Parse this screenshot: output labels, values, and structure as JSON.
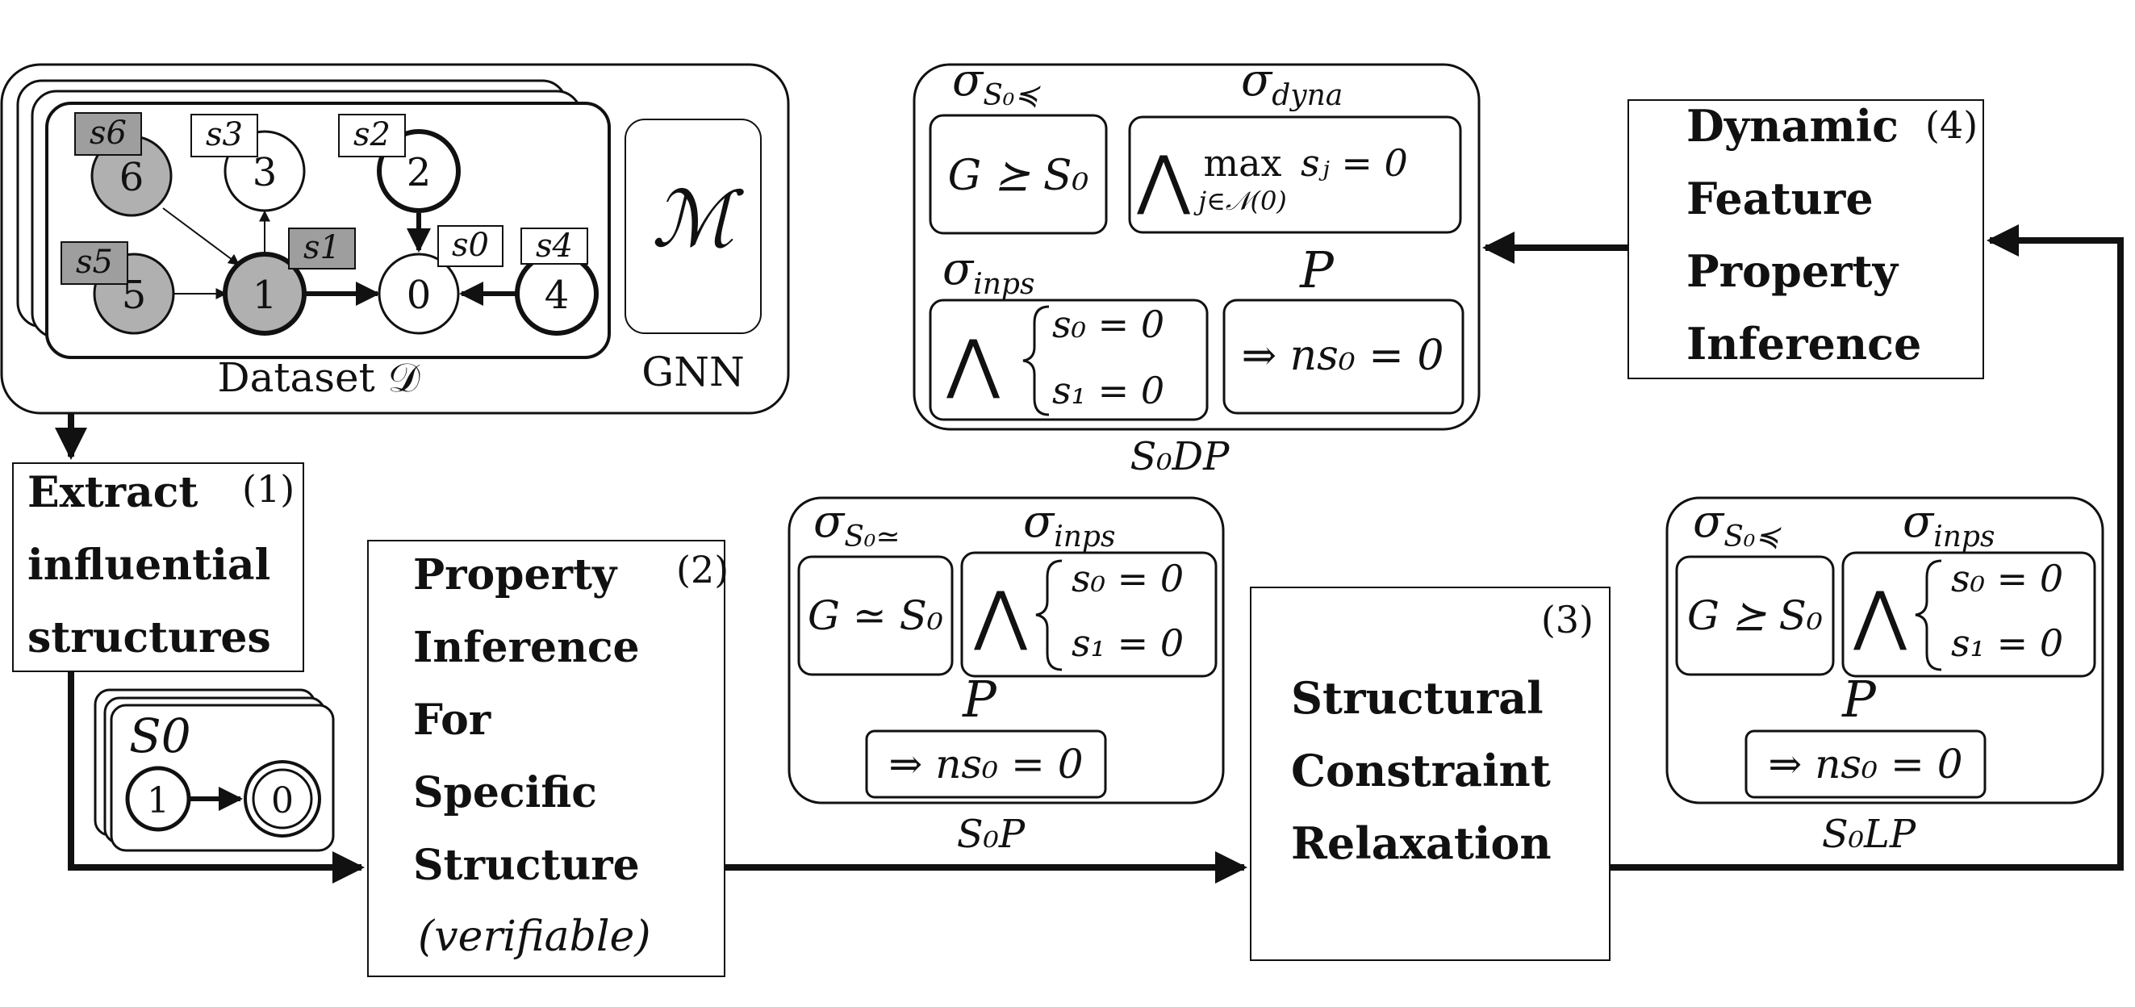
{
  "dataset": {
    "label": "Dataset 𝒟",
    "model_symbol": "ℳ",
    "model_label": "GNN",
    "nodes": [
      {
        "id": "6",
        "feature": "s6",
        "shaded": true
      },
      {
        "id": "3",
        "feature": "s3",
        "shaded": false
      },
      {
        "id": "2",
        "feature": "s2",
        "shaded": false
      },
      {
        "id": "1",
        "feature": "s1",
        "shaded": true
      },
      {
        "id": "0",
        "feature": "s0",
        "shaded": false
      },
      {
        "id": "5",
        "feature": "s5",
        "shaded": true
      },
      {
        "id": "4",
        "feature": "s4",
        "shaded": false
      }
    ]
  },
  "steps": {
    "extract": {
      "lines": [
        "Extract",
        "influential",
        "structures"
      ],
      "number": "(1)"
    },
    "property_inference": {
      "lines": [
        "Property",
        "Inference",
        "For",
        "Specific",
        "Structure"
      ],
      "note": "(verifiable)",
      "number": "(2)"
    },
    "relaxation": {
      "lines": [
        "Structural",
        "Constraint",
        "Relaxation"
      ],
      "number": "(3)"
    },
    "dynamic": {
      "lines": [
        "Dynamic",
        "Feature",
        "Property",
        "Inference"
      ],
      "number": "(4)"
    }
  },
  "structure_s0": {
    "title": "S0",
    "node_a": "1",
    "node_b": "0"
  },
  "panel_p": {
    "sigma_struct": "σ",
    "sigma_struct_sub": "S₀≃",
    "sigma_inps": "σ",
    "sigma_inps_sub": "inps",
    "g_relation": "G ≃ S₀",
    "and_symbol": "⋀",
    "cond1": "s₀ = 0",
    "cond2": "s₁ = 0",
    "p_label": "P",
    "result": "⇒ ns₀ = 0",
    "caption": "S₀P"
  },
  "panel_lp": {
    "sigma_struct": "σ",
    "sigma_struct_sub": "S₀≼",
    "sigma_inps": "σ",
    "sigma_inps_sub": "inps",
    "g_relation": "G ⪰ S₀",
    "and_symbol": "⋀",
    "cond1": "s₀ = 0",
    "cond2": "s₁ = 0",
    "p_label": "P",
    "result": "⇒ ns₀ = 0",
    "caption": "S₀LP"
  },
  "panel_dp": {
    "sigma_struct": "σ",
    "sigma_struct_sub": "S₀≼",
    "sigma_dyna": "σ",
    "sigma_dyna_sub": "dyna",
    "sigma_inps": "σ",
    "sigma_inps_sub": "inps",
    "g_relation": "G ⪰ S₀",
    "and_symbol": "⋀",
    "max_word": "max",
    "max_sub": "j∈𝒩(0)",
    "max_expr": "sⱼ = 0",
    "cond1": "s₀ = 0",
    "cond2": "s₁ = 0",
    "p_label": "P",
    "result": "⇒ ns₀ = 0",
    "caption": "S₀DP"
  }
}
